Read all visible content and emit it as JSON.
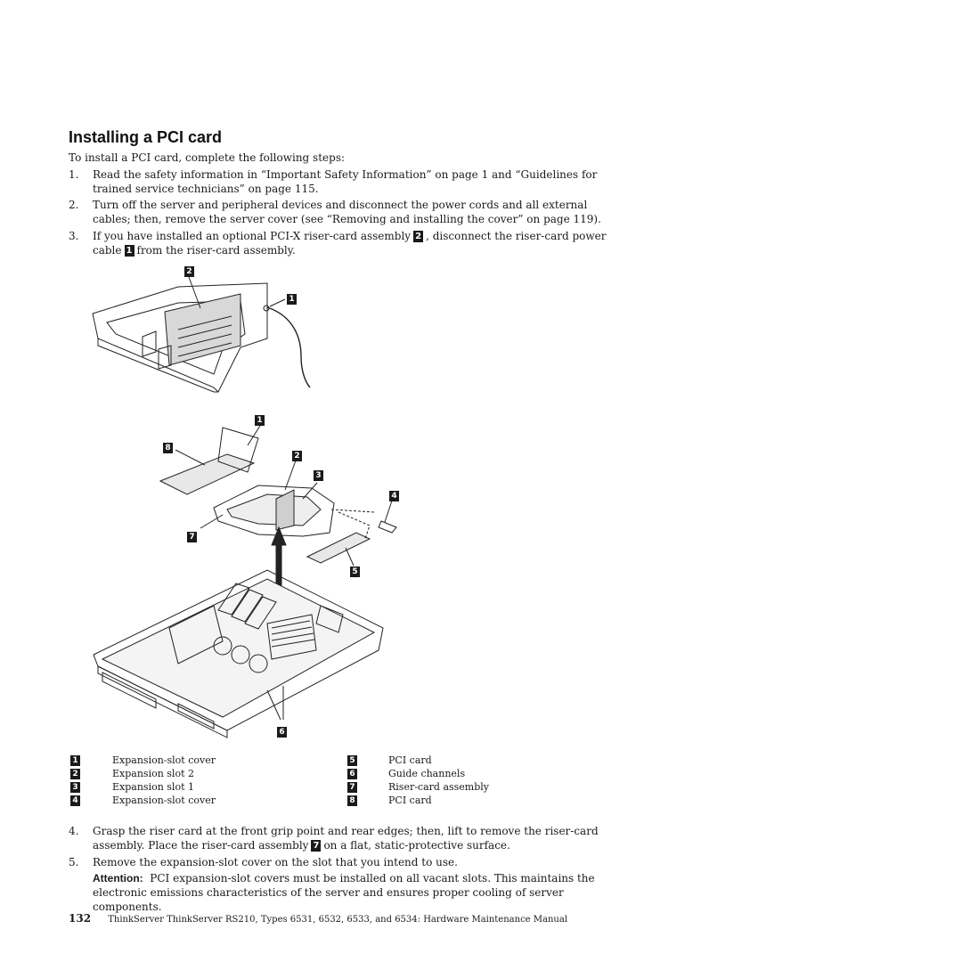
{
  "heading": "Installing a PCI card",
  "intro": "To install a PCI card, complete the following steps:",
  "steps": [
    {
      "num": "1.",
      "text": "Read the safety information in “Important Safety Information” on page 1 and “Guidelines for trained service technicians” on page 115."
    },
    {
      "num": "2.",
      "text": "Turn off the server and peripheral devices and disconnect the power cords and all external cables; then, remove the server cover (see “Removing and installing the cover” on page 119)."
    },
    {
      "num": "3.",
      "part_a": "If you have installed an optional PCI-X riser-card assembly",
      "callout_a": "2",
      "part_b": ", disconnect the riser-card power cable",
      "callout_b": "1",
      "part_c": "from the riser-card assembly."
    },
    {
      "num": "4.",
      "part_a": "Grasp the riser card at the front grip point and rear edges; then, lift to remove the riser-card assembly. Place the riser-card assembly",
      "callout_a": "7",
      "part_b": "on a flat, static-protective surface."
    },
    {
      "num": "5.",
      "text": "Remove the expansion-slot cover on the slot that you intend to use."
    }
  ],
  "attention": {
    "label": "Attention:",
    "text": "PCI expansion-slot covers must be installed on all vacant slots. This maintains the electronic emissions characteristics of the server and ensures proper cooling of server components."
  },
  "figure_top_callouts": [
    "2",
    "1"
  ],
  "figure_bottom_callouts": [
    "1",
    "8",
    "2",
    "3",
    "4",
    "7",
    "5",
    "6"
  ],
  "legend": [
    {
      "num": "1",
      "label": "Expansion-slot cover"
    },
    {
      "num": "2",
      "label": "Expansion slot 2"
    },
    {
      "num": "3",
      "label": "Expansion slot 1"
    },
    {
      "num": "4",
      "label": "Expansion-slot cover"
    },
    {
      "num": "5",
      "label": "PCI card"
    },
    {
      "num": "6",
      "label": "Guide channels"
    },
    {
      "num": "7",
      "label": "Riser-card assembly"
    },
    {
      "num": "8",
      "label": "PCI card"
    }
  ],
  "footer": {
    "page": "132",
    "text": "ThinkServer ThinkServer RS210, Types 6531, 6532, 6533, and 6534: Hardware Maintenance Manual"
  }
}
